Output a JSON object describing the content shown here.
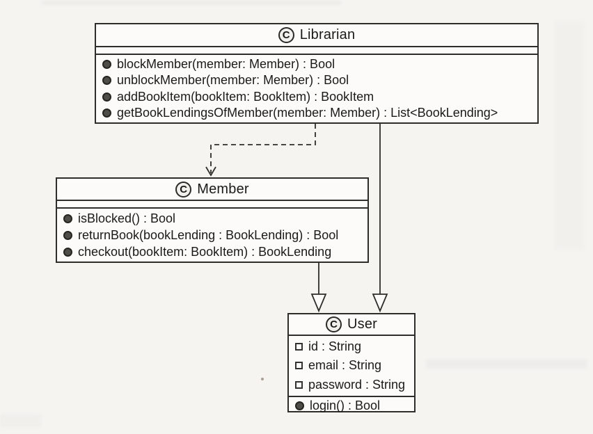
{
  "diagram": {
    "kind": "uml-class-diagram",
    "classes": [
      {
        "icon_letter": "C",
        "name": "Librarian",
        "attributes": [],
        "methods": [
          "blockMember(member: Member) : Bool",
          "unblockMember(member: Member) : Bool",
          "addBookItem(bookItem: BookItem) : BookItem",
          "getBookLendingsOfMember(member: Member) : List<BookLending>"
        ]
      },
      {
        "icon_letter": "C",
        "name": "Member",
        "attributes": [],
        "methods": [
          "isBlocked() : Bool",
          "returnBook(bookLending : BookLending) : Bool",
          "checkout(bookItem: BookItem) : BookLending"
        ]
      },
      {
        "icon_letter": "C",
        "name": "User",
        "attributes": [
          "id : String",
          "email : String",
          "password : String"
        ],
        "methods": [
          "login() : Bool"
        ]
      }
    ],
    "relations": [
      {
        "from": "Librarian",
        "to": "Member",
        "type": "dependency",
        "line": "dashed",
        "arrowhead": "open"
      },
      {
        "from": "Librarian",
        "to": "User",
        "type": "generalization",
        "line": "solid",
        "arrowhead": "hollow-triangle"
      },
      {
        "from": "Member",
        "to": "User",
        "type": "generalization",
        "line": "solid",
        "arrowhead": "hollow-triangle"
      }
    ],
    "colors": {
      "line": "#2e2d29",
      "text": "#1b1a18",
      "paper": "#f5f4f1",
      "box_fill": "#fcfbf9",
      "method_bullet_fill": "#4e4d48",
      "attribute_bullet_fill": "#fdfcfa"
    }
  }
}
